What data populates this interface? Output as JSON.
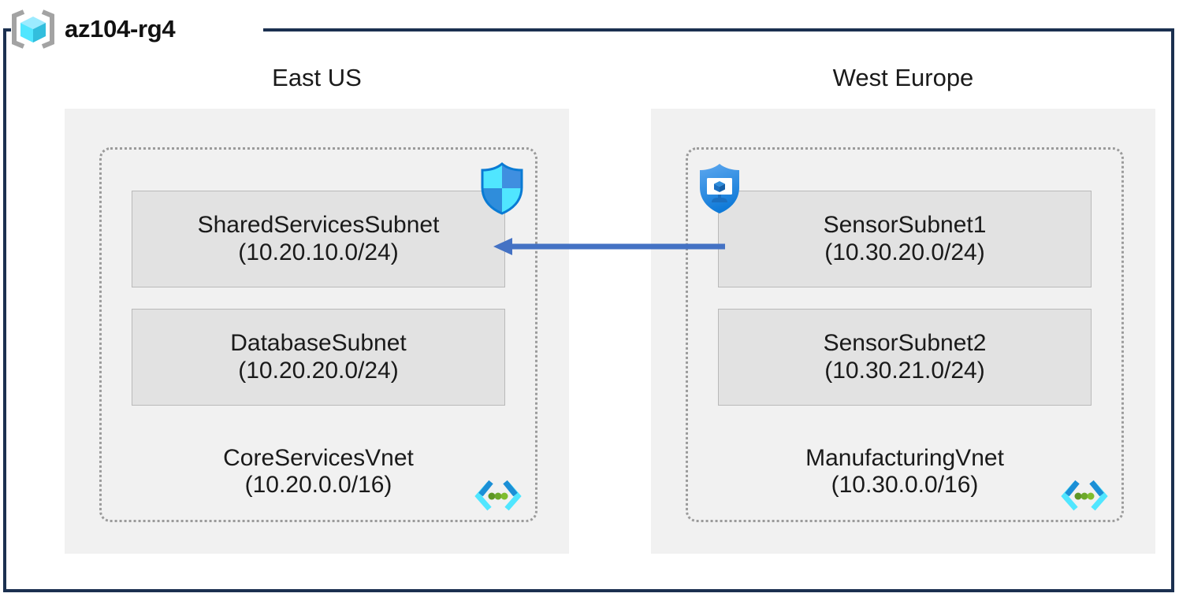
{
  "resource_group": {
    "name": "az104-rg4",
    "icon": "resource-group-cube-icon"
  },
  "regions": [
    {
      "label": "East US",
      "vnet": {
        "name": "CoreServicesVnet",
        "cidr": "(10.20.0.0/16)",
        "icon": "virtual-network-icon",
        "subnets": [
          {
            "name": "SharedServicesSubnet",
            "cidr": "(10.20.10.0/24)",
            "attached_icon": "network-security-group-shield-icon"
          },
          {
            "name": "DatabaseSubnet",
            "cidr": "(10.20.20.0/24)",
            "attached_icon": null
          }
        ]
      }
    },
    {
      "label": "West Europe",
      "vnet": {
        "name": "ManufacturingVnet",
        "cidr": "(10.30.0.0/16)",
        "icon": "virtual-network-icon",
        "subnets": [
          {
            "name": "SensorSubnet1",
            "cidr": "(10.30.20.0/24)",
            "attached_icon": "application-security-group-shield-monitor-icon"
          },
          {
            "name": "SensorSubnet2",
            "cidr": "(10.30.21.0/24)",
            "attached_icon": null
          }
        ]
      }
    }
  ],
  "connection": {
    "name": "vnet-peering-arrow",
    "direction": "right-to-left",
    "from": "SensorSubnet1",
    "to": "SharedServicesSubnet",
    "color": "#4472c4"
  },
  "colors": {
    "frame_border": "#1b3050",
    "region_fill": "#f1f1f1",
    "subnet_fill": "#e2e2e2",
    "subnet_border": "#b9b9b9",
    "vnet_border": "#9b9b9b",
    "arrow": "#4472c4",
    "icon_cyan": "#50e6ff",
    "icon_blue": "#0078d4",
    "icon_gray": "#a3a3a3",
    "icon_green": "#5e9624",
    "text": "#1a1a1a"
  }
}
